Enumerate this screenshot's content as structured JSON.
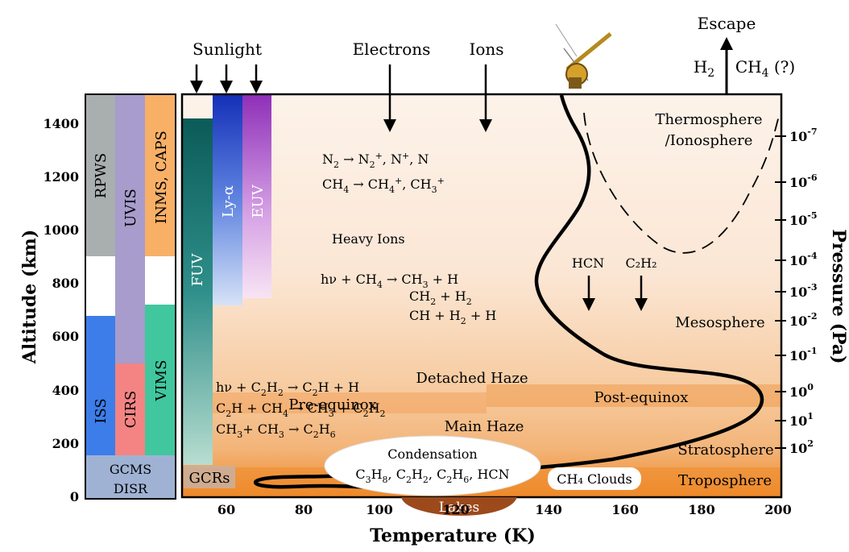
{
  "axes": {
    "altitude_label": "Altitude (km)",
    "temperature_label": "Temperature (K)",
    "pressure_label": "Pressure (Pa)",
    "altitude_ticks": [
      "1400",
      "1200",
      "1000",
      "800",
      "600",
      "400",
      "200",
      "0"
    ],
    "temperature_ticks": [
      "60",
      "80",
      "100",
      "120",
      "140",
      "160",
      "180",
      "200"
    ],
    "pressure_ticks": [
      {
        "base": "10",
        "exp": "-7"
      },
      {
        "base": "10",
        "exp": "-6"
      },
      {
        "base": "10",
        "exp": "-5"
      },
      {
        "base": "10",
        "exp": "-4"
      },
      {
        "base": "10",
        "exp": "-3"
      },
      {
        "base": "10",
        "exp": "-2"
      },
      {
        "base": "10",
        "exp": "-1"
      },
      {
        "base": "10",
        "exp": "0"
      },
      {
        "base": "10",
        "exp": "1"
      },
      {
        "base": "10",
        "exp": "2"
      }
    ]
  },
  "instruments": {
    "rpws": "RPWS",
    "uvis": "UVIS",
    "inms_caps": "INMS, CAPS",
    "iss": "ISS",
    "cirs": "CIRS",
    "vims": "VIMS",
    "gcms": "GCMS",
    "disr": "DISR"
  },
  "inputs": {
    "sunlight": "Sunlight",
    "electrons": "Electrons",
    "ions": "Ions",
    "escape": "Escape",
    "h2": "H",
    "h2_sub": "2",
    "ch4": "CH",
    "ch4_sub": "4",
    "ch4_q": " (?)"
  },
  "bands": {
    "fuv": "FUV",
    "ly_alpha": "Ly-α",
    "euv": "EUV",
    "gcrs": "GCRs"
  },
  "layers": {
    "thermosphere": "Thermosphere",
    "ionosphere": "/Ionosphere",
    "mesosphere": "Mesosphere",
    "stratosphere": "Stratosphere",
    "troposphere": "Troposphere"
  },
  "labels": {
    "heavy_ions": "Heavy Ions",
    "pre_equinox": "Pre-equinox",
    "detached_haze": "Detached Haze",
    "post_equinox": "Post-equinox",
    "main_haze": "Main Haze",
    "condensation": "Condensation",
    "ch4_clouds": "CH₄ Clouds",
    "lakes": "Lakes",
    "hcn": "HCN",
    "c2h2": "C₂H₂"
  },
  "colors": {
    "rpws": "#a9aeae",
    "uvis": "#a79ccc",
    "inms_caps": "#f8b067",
    "iss": "#3c7dea",
    "cirs": "#f48483",
    "vims": "#40c79d",
    "gcms": "#9fb2d4",
    "lakes": "#9c4a1c"
  }
}
